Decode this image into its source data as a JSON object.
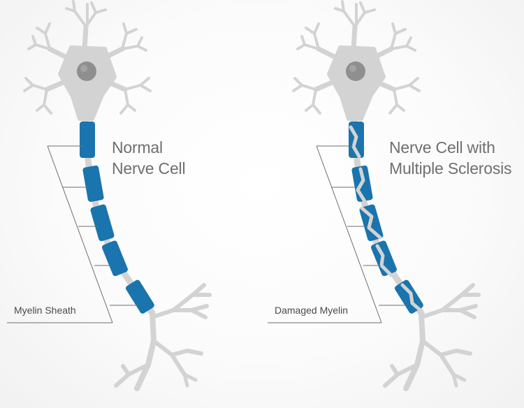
{
  "colors": {
    "cell": "#d3d3d3",
    "nucleus": "#8f8f8f",
    "myelin": "#1a74ad",
    "leader": "#6e6e6e",
    "title_text": "#6f6f6f",
    "label_text": "#4a4a4a"
  },
  "left": {
    "title_line1": "Normal",
    "title_line2": "Nerve Cell",
    "callout": "Myelin Sheath"
  },
  "right": {
    "title_line1": "Nerve Cell with",
    "title_line2": "Multiple Sclerosis",
    "callout": "Damaged Myelin"
  }
}
